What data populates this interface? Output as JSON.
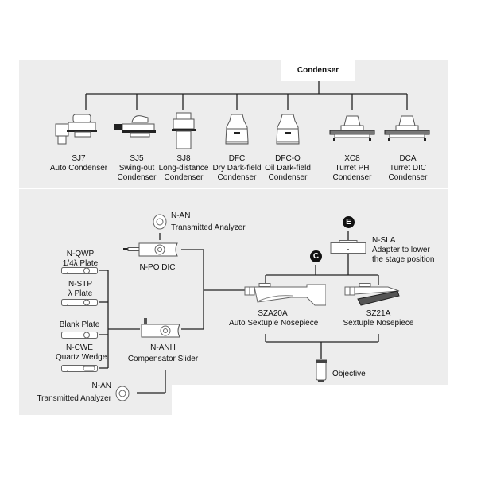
{
  "title": "Condenser",
  "condensers": [
    {
      "code": "SJ7",
      "name_lines": [
        "Auto Condenser"
      ]
    },
    {
      "code": "SJ5",
      "name_lines": [
        "Swing-out",
        "Condenser"
      ]
    },
    {
      "code": "SJ8",
      "name_lines": [
        "Long-distance",
        "Condenser"
      ]
    },
    {
      "code": "DFC",
      "name_lines": [
        "Dry Dark-field",
        "Condenser"
      ]
    },
    {
      "code": "DFC-O",
      "name_lines": [
        "Oil Dark-field",
        "Condenser"
      ]
    },
    {
      "code": "XC8",
      "name_lines": [
        "Turret PH",
        "Condenser"
      ]
    },
    {
      "code": "DCA",
      "name_lines": [
        "Turret DIC",
        "Condenser"
      ]
    }
  ],
  "plates": [
    {
      "code": "N-QWP",
      "name": "1/4λ Plate"
    },
    {
      "code": "N-STP",
      "name": "λ Plate"
    },
    {
      "code": "",
      "name": "Blank Plate"
    },
    {
      "code": "N-CWE",
      "name": "Quartz Wedge"
    }
  ],
  "analyzer_top": {
    "code": "N-AN",
    "name": "Transmitted Analyzer"
  },
  "analyzer_bottom": {
    "code": "N-AN",
    "name": "Transmitted Analyzer"
  },
  "po_dic": {
    "code": "N-PO DIC"
  },
  "anh": {
    "code": "N-ANH",
    "name": "Compensator Slider"
  },
  "sla": {
    "code": "N-SLA",
    "name_lines": [
      "Adapter to lower",
      "the stage position"
    ],
    "badge": "E"
  },
  "nosepiece_badge": "C",
  "nosepieces": [
    {
      "code": "SZA20A",
      "name": "Auto Sextuple Nosepiece"
    },
    {
      "code": "SZ21A",
      "name": "Sextuple Nosepiece"
    }
  ],
  "objective": {
    "name": "Objective"
  }
}
